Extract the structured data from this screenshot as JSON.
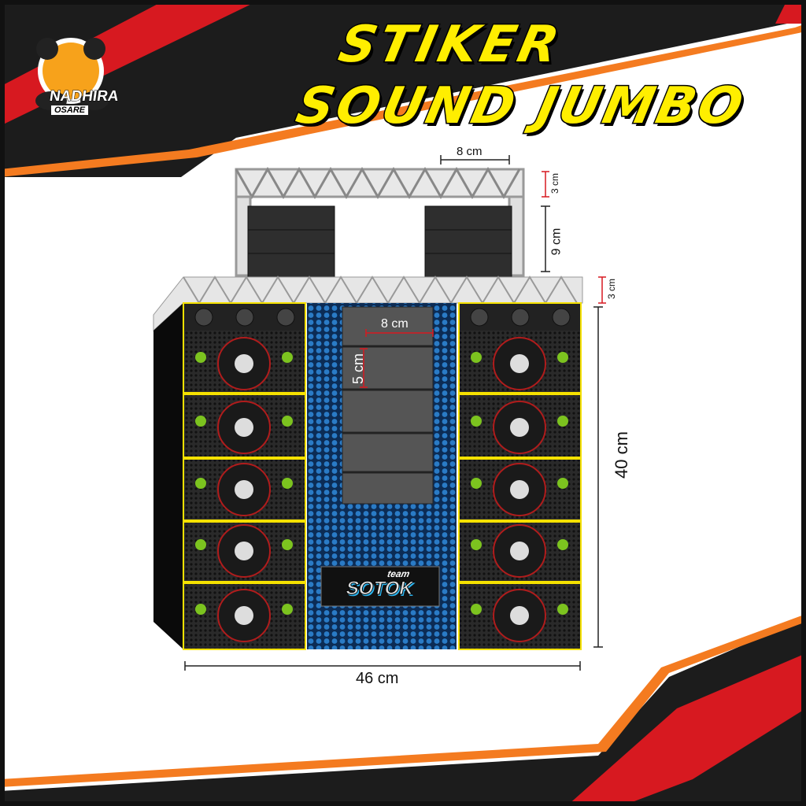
{
  "brand": {
    "name": "NADHIRA",
    "sub": "OSARE"
  },
  "title": {
    "line1": "STIKER",
    "line2": "SOUND JUMBO"
  },
  "colors": {
    "title": "#ffee00",
    "stripe_red": "#d71920",
    "stripe_orange": "#f47b20",
    "dark": "#1c1c1c",
    "panel_blue": "#1e6fb5",
    "accent_yellow": "#f5e100"
  },
  "dimensions": {
    "top_truss_width": "8 cm",
    "top_truss_height": "3 cm",
    "top_speaker_height": "9 cm",
    "main_truss_height": "3 cm",
    "center_array_width": "8 cm",
    "center_box_height": "5 cm",
    "total_height": "40 cm",
    "total_width": "46 cm"
  },
  "center_logo": {
    "small": "team",
    "big": "SOTOK"
  }
}
